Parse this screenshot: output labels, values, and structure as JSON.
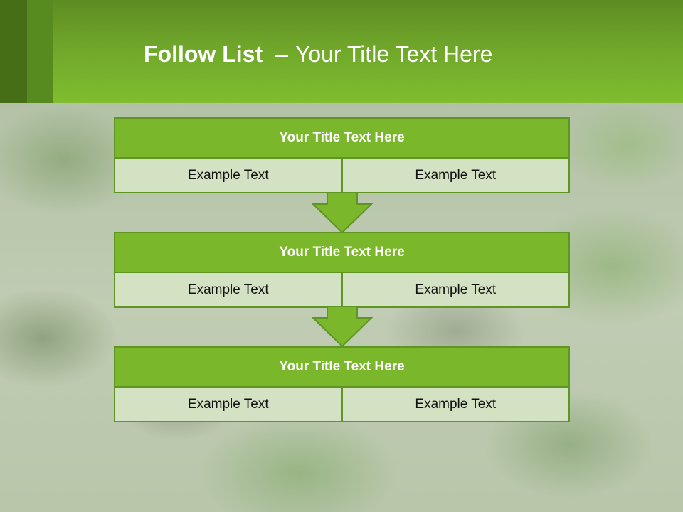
{
  "title": {
    "bold": "Follow List",
    "separator": "–",
    "rest": "Your Title Text Here"
  },
  "blocks": [
    {
      "title": "Your Title Text Here",
      "cells": [
        "Example Text",
        "Example Text"
      ]
    },
    {
      "title": "Your Title Text Here",
      "cells": [
        "Example Text",
        "Example Text"
      ]
    },
    {
      "title": "Your Title Text Here",
      "cells": [
        "Example Text",
        "Example Text"
      ]
    }
  ],
  "colors": {
    "accent": "#7bb72b",
    "border": "#5f9522",
    "cell": "#d2e2c2",
    "header_dark": "#456e16"
  }
}
